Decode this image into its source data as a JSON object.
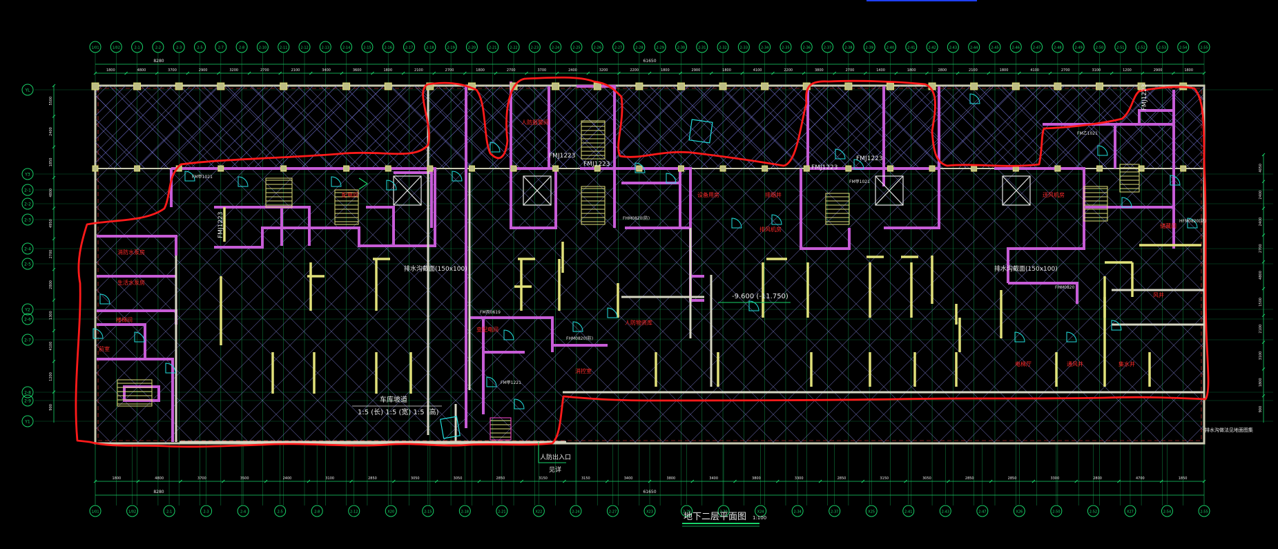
{
  "drawing": {
    "title": "地下二层平面图",
    "scale": "1:100",
    "colors": {
      "background": "#000000",
      "grid": "#19d46a",
      "wall": "#c9c9b0",
      "hatch": "#8c8cff",
      "partition": "#c65cd6",
      "column": "#e1e17a",
      "markup": "#ff1a1a",
      "room_label": "#ff2a2a",
      "door": "#22e0e0"
    }
  },
  "axes": {
    "top": [
      "1/01",
      "1/02",
      "2-1",
      "2-2",
      "2-3",
      "2-5",
      "2-7",
      "2-8",
      "2-10",
      "2-11",
      "2-12",
      "2-13",
      "2-14",
      "2-15",
      "2-16",
      "2-17",
      "2-18",
      "2-19",
      "2-20",
      "2-21",
      "2-22",
      "2-23",
      "2-24",
      "2-25",
      "2-26",
      "2-27",
      "2-28",
      "2-29",
      "2-30",
      "2-31",
      "2-32",
      "2-33",
      "2-34",
      "2-35",
      "2-36",
      "2-37",
      "2-38",
      "2-39",
      "2-40",
      "2-41",
      "2-42",
      "2-43",
      "2-44",
      "2-45",
      "2-46",
      "2-47",
      "2-48",
      "2-49",
      "2-50",
      "2-51",
      "2-52",
      "2-53",
      "2-54",
      "2-55"
    ],
    "bottom": [
      "1/01",
      "1/02",
      "2-1",
      "2-3",
      "2-4",
      "2-5",
      "2-8",
      "2-12",
      "X20",
      "2-15",
      "2-18",
      "2-21",
      "X22",
      "2-24",
      "2-27",
      "X23",
      "2-29",
      "2-30",
      "X24",
      "2-34",
      "2-37",
      "X25",
      "2-41",
      "2-43",
      "2-47",
      "X26",
      "2-50",
      "2-52",
      "X27",
      "2-54",
      "2-55"
    ],
    "left": [
      "YL",
      "Y3",
      "2-1",
      "2-2",
      "2-3",
      "2-4",
      "2-5",
      "Y2",
      "2-6",
      "2-7",
      "2-8",
      "2-9",
      "Y1"
    ]
  },
  "dimensions": {
    "top_total": "61650",
    "top_left": "8280",
    "top_segments": [
      "1800",
      "4800",
      "3700",
      "2900",
      "3200",
      "2700",
      "2100",
      "3400",
      "3600",
      "1800",
      "2100",
      "2700",
      "1800",
      "2700",
      "3700",
      "2400",
      "3200",
      "2200",
      "1800",
      "2900",
      "1800",
      "4100",
      "2200",
      "3800",
      "2700",
      "1400",
      "1800",
      "2800",
      "2100",
      "1800",
      "4100",
      "2700",
      "3100",
      "1200",
      "2900",
      "1800"
    ],
    "bottom_total": "61650",
    "bottom_left": "8280",
    "bottom_segments": [
      "1800",
      "4800",
      "3700",
      "3500",
      "2400",
      "3100",
      "2850",
      "3050",
      "3050",
      "2850",
      "3150",
      "3150",
      "3400",
      "3800",
      "3400",
      "3800",
      "3300",
      "2850",
      "3150",
      "3050",
      "2850",
      "2850",
      "3300",
      "2800",
      "4700",
      "1850"
    ],
    "left_segments": [
      "5500",
      "2400",
      "1850",
      "4800",
      "4950",
      "2700",
      "2800",
      "1300",
      "4100",
      "1200",
      "900"
    ],
    "right_segments": [
      "4050",
      "2400",
      "2400",
      "2700",
      "4800",
      "1500",
      "2100",
      "3100",
      "1800",
      "900"
    ]
  },
  "labels": {
    "fire_door_1": "FMJ1223",
    "fire_door_2": "FMJ1223",
    "fire_door_3": "FMJ1223",
    "fire_door_4": "FMJ1223",
    "fire_door_5": "FMJ1223",
    "fire_door_6": "FMJ1223",
    "elevation": "-9.600  (-11.750)",
    "parking_note": "车库坡道",
    "parking_formula": "1:5  (长)  1:5  (宽)  1:5  (高)",
    "exit_label": "人防出入口",
    "exit_sub": "见详",
    "hatch_note": "排水沟做法见地面图集",
    "room_a": "消防水泵房",
    "room_b": "生活水泵房",
    "room_c": "楼梯间",
    "room_d": "前室",
    "room_e": "配电间",
    "room_f": "人防报警间",
    "room_g": "设备用房",
    "room_h": "排风机房",
    "room_i": "送风机房",
    "room_j": "储藏间",
    "room_k": "人防物资库",
    "room_l": "电梯厅",
    "room_m": "通风井",
    "room_n": "集水井",
    "room_o": "变配电间",
    "room_p": "消控室",
    "room_q": "排烟井",
    "room_r": "风井",
    "door_tag_1": "FM甲1021",
    "door_tag_2": "FM甲1021",
    "door_tag_3": "FM乙1021",
    "door_tag_4": "FM丙0619",
    "door_tag_5": "FM甲1221",
    "hatch_tag_1": "FHM0820(防)",
    "hatch_tag_2": "FHM0820(防)",
    "hatch_tag_3": "HFM0820(防)",
    "hatch_tag_4": "FHM0820",
    "dim_note_1": "排水沟截面(150x100)",
    "dim_note_2": "排水沟截面(150x100)"
  }
}
